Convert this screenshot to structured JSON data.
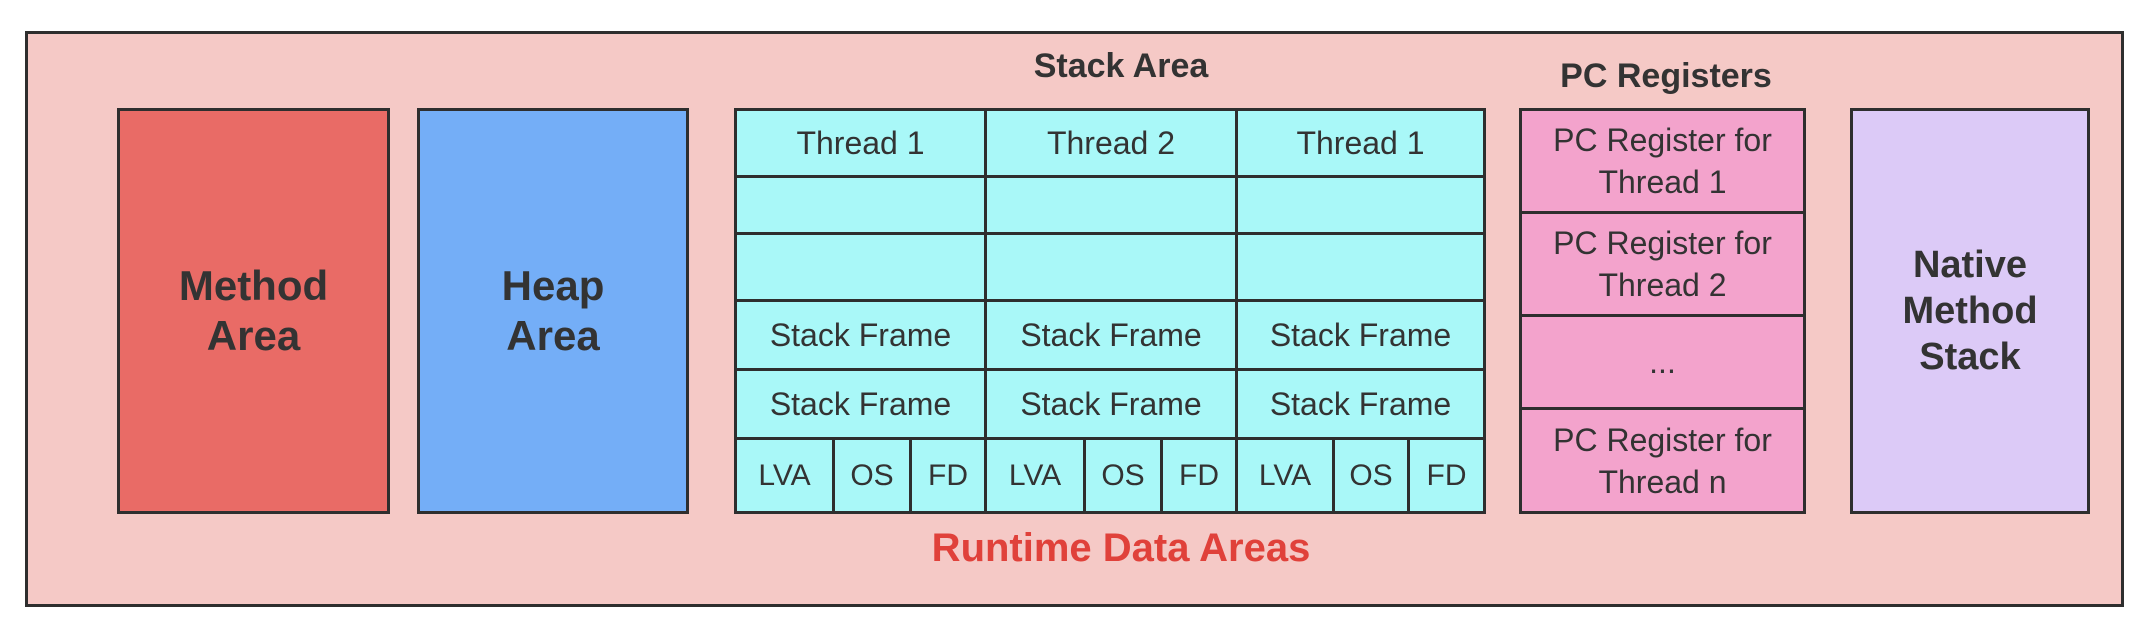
{
  "diagram": {
    "title": "Runtime Data Areas",
    "method_area": "Method\nArea",
    "heap_area": "Heap\nArea",
    "native_method_stack": "Native\nMethod\nStack",
    "stack_area": {
      "title": "Stack Area",
      "columns": [
        {
          "thread": "Thread 1",
          "frames": [
            "Stack Frame",
            "Stack Frame"
          ],
          "parts": [
            "LVA",
            "OS",
            "FD"
          ]
        },
        {
          "thread": "Thread 2",
          "frames": [
            "Stack Frame",
            "Stack Frame"
          ],
          "parts": [
            "LVA",
            "OS",
            "FD"
          ]
        },
        {
          "thread": "Thread 1",
          "frames": [
            "Stack Frame",
            "Stack Frame"
          ],
          "parts": [
            "LVA",
            "OS",
            "FD"
          ]
        }
      ]
    },
    "pc_registers": {
      "title": "PC Registers",
      "items": [
        "PC Register for\nThread 1",
        "PC Register for\nThread 2",
        "...",
        "PC Register for\nThread n"
      ]
    }
  }
}
